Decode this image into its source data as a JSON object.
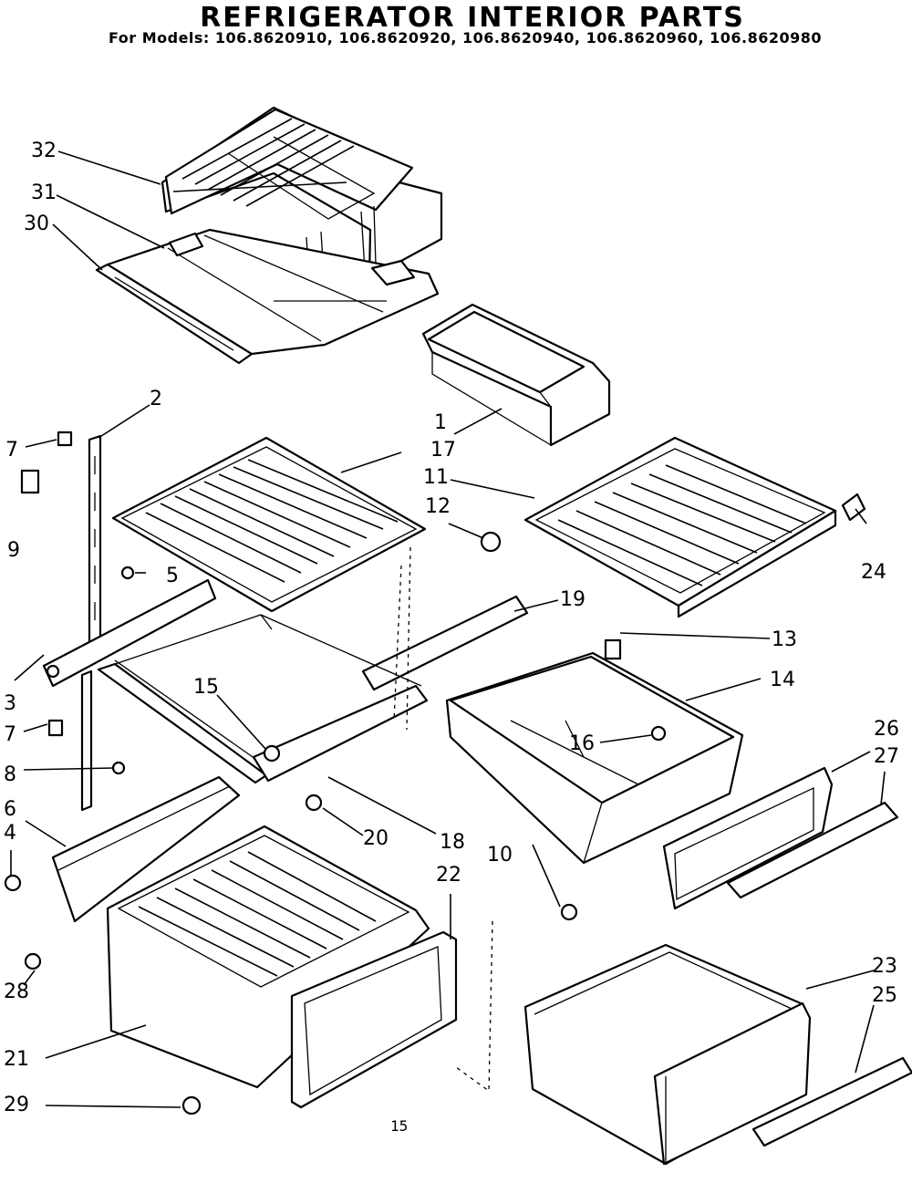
{
  "title": "REFRIGERATOR INTERIOR PARTS",
  "subtitle": "For Models: 106.8620910, 106.8620920, 106.8620940, 106.8620960, 106.8620980",
  "callouts": [
    "1",
    "2",
    "3",
    "4",
    "5",
    "6",
    "7",
    "7",
    "8",
    "9",
    "10",
    "11",
    "12",
    "13",
    "14",
    "15",
    "16",
    "17",
    "18",
    "19",
    "20",
    "21",
    "22",
    "23",
    "24",
    "25",
    "26",
    "27",
    "28",
    "29",
    "30",
    "31",
    "32"
  ],
  "page_number": "15",
  "colors": {
    "ink": "#000000",
    "paper": "#ffffff"
  }
}
